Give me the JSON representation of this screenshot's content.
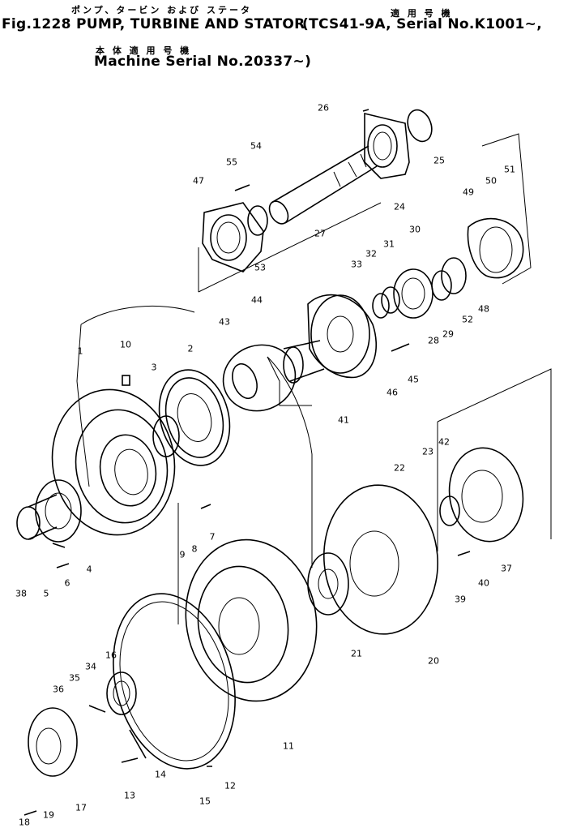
{
  "header": {
    "jp_title": "ポンプ、タービン および ステータ",
    "fig_title": "Fig.1228 PUMP, TURBINE AND STATOR",
    "jp_applicable_1": "適 用 号 機",
    "serial_line": "(TCS41-9A, Serial No.K1001~,",
    "jp_applicable_2": "本 体 適 用 号 機",
    "machine_serial": "Machine Serial No.20337~)"
  },
  "callouts": [
    "1",
    "2",
    "3",
    "4",
    "5",
    "6",
    "7",
    "8",
    "9",
    "10",
    "11",
    "12",
    "13",
    "14",
    "15",
    "16",
    "17",
    "18",
    "19",
    "20",
    "21",
    "22",
    "23",
    "24",
    "25",
    "26",
    "27",
    "28",
    "29",
    "30",
    "31",
    "32",
    "33",
    "34",
    "35",
    "36",
    "37",
    "38",
    "39",
    "40",
    "41",
    "42",
    "43",
    "44",
    "45",
    "46",
    "47",
    "48",
    "49",
    "50",
    "51",
    "52",
    "53",
    "54",
    "55"
  ]
}
